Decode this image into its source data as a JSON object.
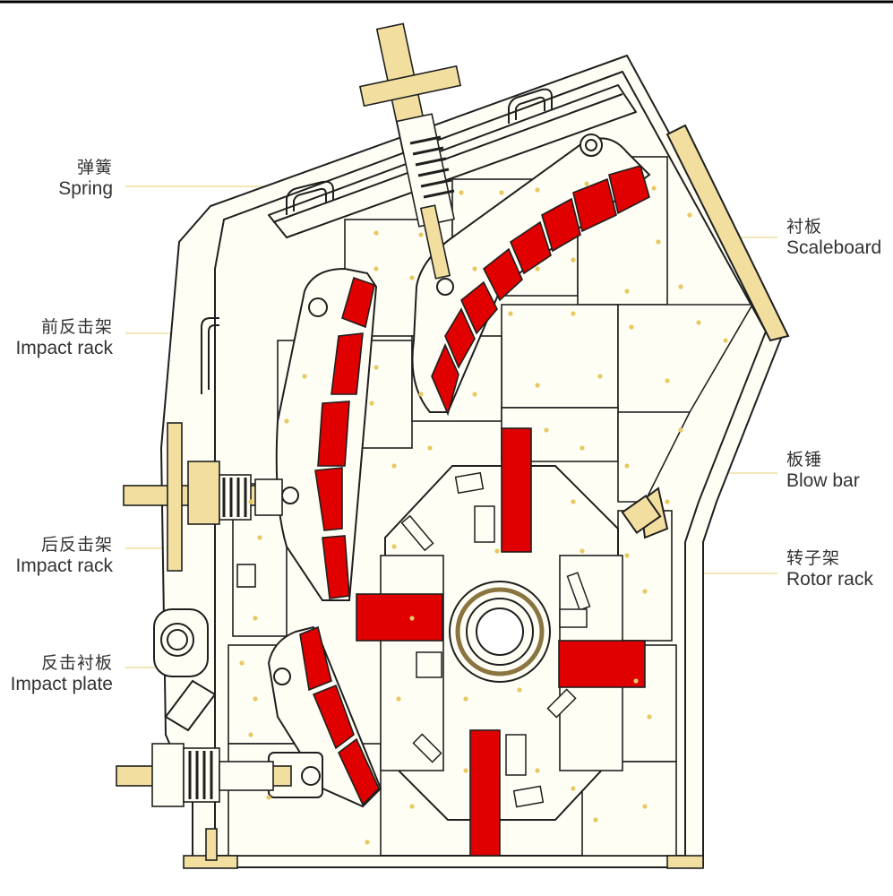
{
  "colors": {
    "outline": "#1f1f1f",
    "body_fill": "#fffef5",
    "brass": "#f2dfa0",
    "brass_dark": "#8a7440",
    "red": "#e00000",
    "leader": "#f2e6b8",
    "dot": "#e8c860"
  },
  "labels": {
    "spring": {
      "zh": "弹簧",
      "en": "Spring"
    },
    "front_impact_rack": {
      "zh": "前反击架",
      "en": "Impact rack"
    },
    "rear_impact_rack": {
      "zh": "后反击架",
      "en": "Impact rack"
    },
    "impact_plate": {
      "zh": "反击衬板",
      "en": "Impact plate"
    },
    "scaleboard": {
      "zh": "衬板",
      "en": "Scaleboard"
    },
    "blow_bar": {
      "zh": "板锤",
      "en": "Blow bar"
    },
    "rotor_rack": {
      "zh": "转子架",
      "en": "Rotor rack"
    }
  }
}
